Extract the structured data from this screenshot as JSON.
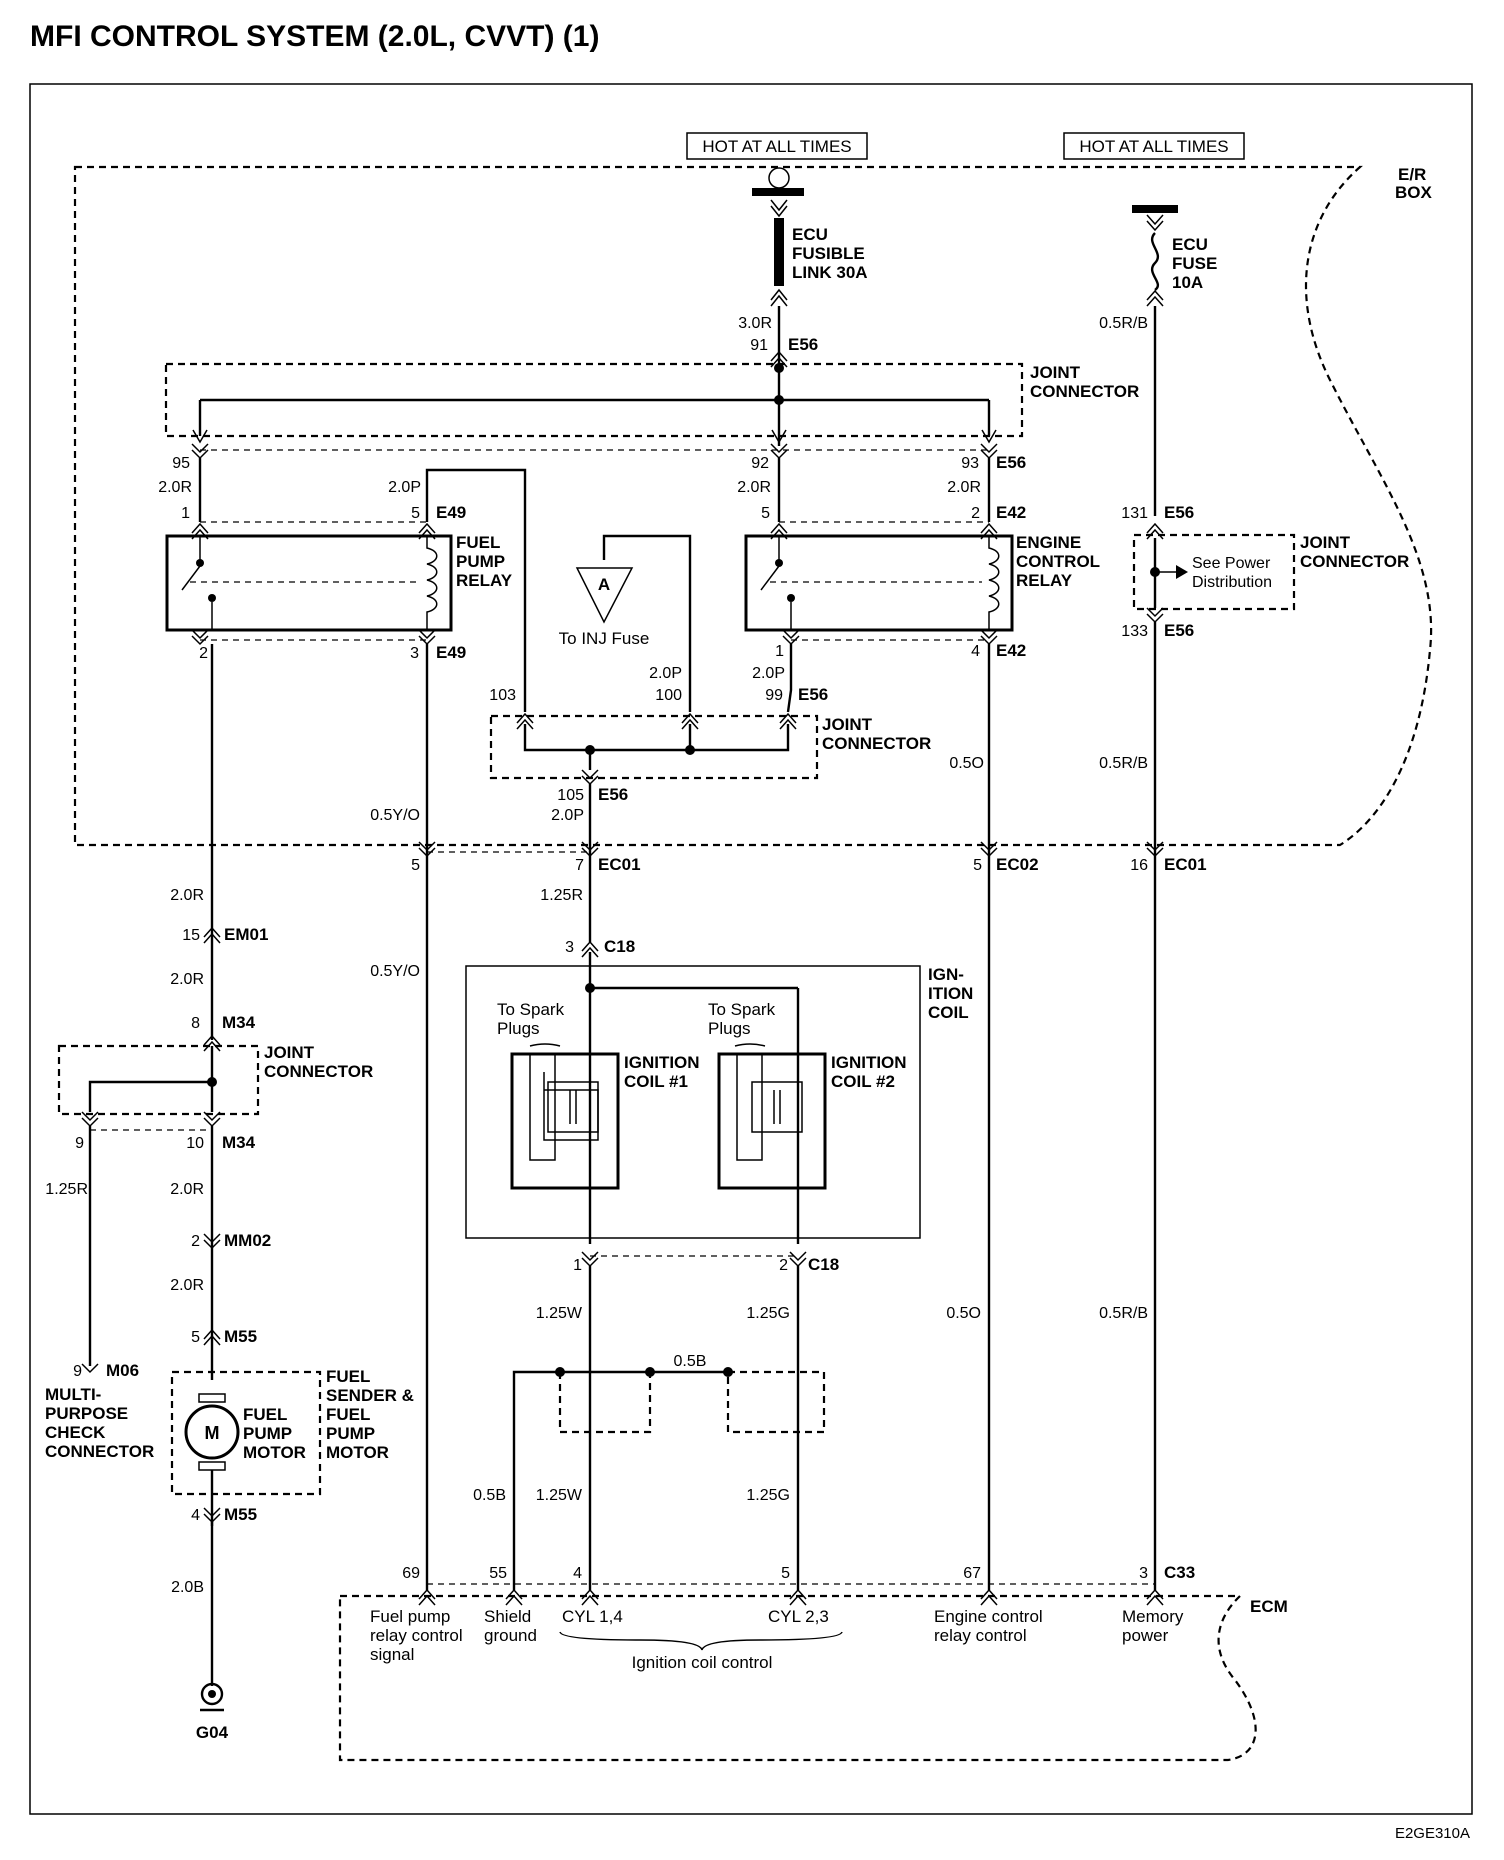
{
  "title": "MFI CONTROL SYSTEM (2.0L, CVVT) (1)",
  "figure_code": "E2GE310A",
  "power_sources": [
    {
      "label": "HOT AT ALL TIMES"
    },
    {
      "label": "HOT AT ALL TIMES"
    }
  ],
  "boxes": {
    "er_box": "E/R BOX",
    "ecm": "ECM",
    "ignition_coil": "IGN-ITION COIL"
  },
  "fuses": {
    "fusible_link": [
      "ECU",
      "FUSIBLE",
      "LINK 30A"
    ],
    "ecu_fuse": [
      "ECU",
      "FUSE",
      "10A"
    ]
  },
  "relays": {
    "fuel_pump": [
      "FUEL",
      "PUMP",
      "RELAY"
    ],
    "engine_control": [
      "ENGINE",
      "CONTROL",
      "RELAY"
    ]
  },
  "joint_connector": [
    "JOINT",
    "CONNECTOR"
  ],
  "see_power": [
    "See Power",
    "Distribution"
  ],
  "inj_fuse": {
    "symbol": "A",
    "label": "To INJ Fuse"
  },
  "spark_plugs": [
    "To Spark",
    "Plugs"
  ],
  "coils": {
    "coil1": [
      "IGNITION",
      "COIL #1"
    ],
    "coil2": [
      "IGNITION",
      "COIL #2"
    ]
  },
  "fuel_sender": [
    "FUEL",
    "SENDER &",
    "FUEL",
    "PUMP",
    "MOTOR"
  ],
  "fuel_pump_motor": [
    "FUEL",
    "PUMP",
    "MOTOR"
  ],
  "motor_symbol": "M",
  "multipurpose": [
    "MULTI-",
    "PURPOSE",
    "CHECK",
    "CONNECTOR"
  ],
  "ground": "G04",
  "connectors": {
    "E56": "E56",
    "E49": "E49",
    "E42": "E42",
    "EC01": "EC01",
    "EC02": "EC02",
    "C18": "C18",
    "EM01": "EM01",
    "M34": "M34",
    "MM02": "MM02",
    "M55": "M55",
    "M06": "M06",
    "C33": "C33"
  },
  "pins": {
    "p91": "91",
    "p95": "95",
    "p92": "92",
    "p93": "93",
    "p1": "1",
    "p5": "5",
    "p2": "2",
    "p3": "3",
    "p4": "4",
    "p131": "131",
    "p133": "133",
    "p103": "103",
    "p100": "100",
    "p99": "99",
    "p105": "105",
    "p7": "7",
    "p16": "16",
    "p15": "15",
    "p8": "8",
    "p9": "9",
    "p10": "10",
    "p69": "69",
    "p55": "55",
    "p67": "67"
  },
  "wires": {
    "w30R": "3.0R",
    "w05RB": "0.5R/B",
    "w20R": "2.0R",
    "w20P": "2.0P",
    "w05O": "0.5O",
    "w05YO": "0.5Y/O",
    "w125R": "1.25R",
    "w125W": "1.25W",
    "w125G": "1.25G",
    "w05B": "0.5B",
    "w20B": "2.0B"
  },
  "ecm_labels": {
    "fuel_pump_relay": [
      "Fuel pump",
      "relay control",
      "signal"
    ],
    "shield": [
      "Shield",
      "ground"
    ],
    "cyl14": "CYL 1,4",
    "cyl23": "CYL 2,3",
    "ignition_control": "Ignition coil control",
    "engine_relay": [
      "Engine control",
      "relay control"
    ],
    "memory": [
      "Memory",
      "power"
    ]
  }
}
